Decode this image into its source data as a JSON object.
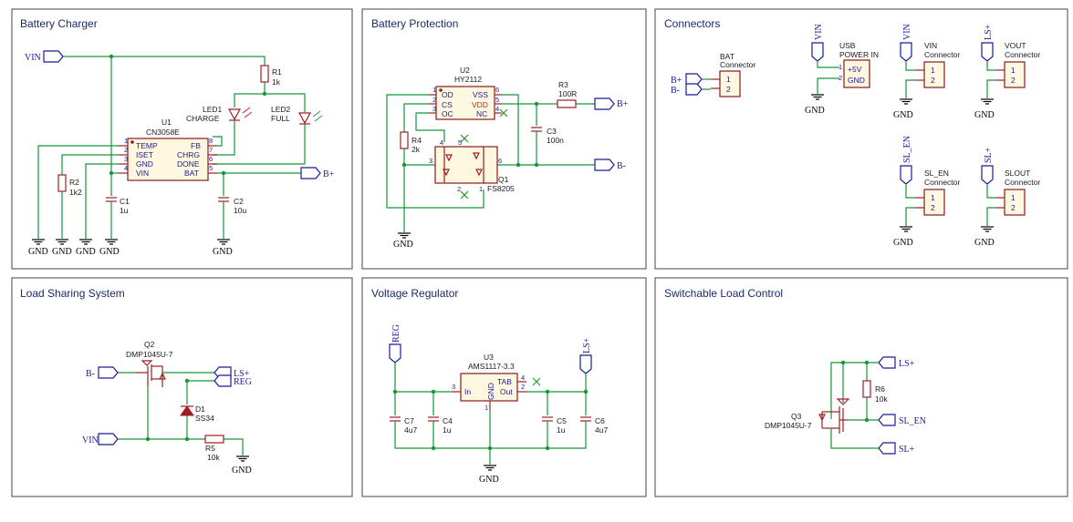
{
  "panels": [
    {
      "title": "Battery Charger"
    },
    {
      "title": "Battery Protection"
    },
    {
      "title": "Connectors"
    },
    {
      "title": "Load Sharing System"
    },
    {
      "title": "Voltage Regulator"
    },
    {
      "title": "Switchable Load Control"
    }
  ],
  "charger": {
    "u1_ref": "U1",
    "u1_part": "CN3058E",
    "pins_left": [
      "TEMP",
      "ISET",
      "GND",
      "VIN"
    ],
    "pins_right": [
      "FB",
      "CHRG",
      "DONE",
      "BAT"
    ],
    "pin_nums_left": [
      "1",
      "2",
      "3",
      "4"
    ],
    "pin_nums_right": [
      "8",
      "7",
      "6",
      "5"
    ],
    "r1_ref": "R1",
    "r1_val": "1k",
    "r2_ref": "R2",
    "r2_val": "1k2",
    "led1_ref": "LED1",
    "led1_val": "CHARGE",
    "led2_ref": "LED2",
    "led2_val": "FULL",
    "c1_ref": "C1",
    "c1_val": "1u",
    "c2_ref": "C2",
    "c2_val": "10u",
    "vin": "VIN",
    "bplus": "B+",
    "gnd": "GND"
  },
  "protection": {
    "u2_ref": "U2",
    "u2_part": "HY2112",
    "pins_left": [
      "OD",
      "CS",
      "OC"
    ],
    "pins_right": [
      "VSS",
      "VDD",
      "NC"
    ],
    "pin_nums_left": [
      "1",
      "2",
      "3"
    ],
    "pin_nums_right": [
      "6",
      "5",
      "4"
    ],
    "r3_ref": "R3",
    "r3_val": "100R",
    "r4_ref": "R4",
    "r4_val": "2k",
    "c3_ref": "C3",
    "c3_val": "100n",
    "q1_ref": "Q1",
    "q1_part": "FS8205",
    "q1_pins": [
      "4",
      "5",
      "3",
      "2",
      "6",
      "1"
    ],
    "bplus": "B+",
    "bminus": "B-",
    "gnd": "GND"
  },
  "connectors": {
    "bat_name": "BAT",
    "bat_sub": "Connector",
    "usb_name": "USB",
    "usb_sub": "POWER IN",
    "usb_pins": [
      "+5V",
      "GND"
    ],
    "vin_name": "VIN",
    "vin_sub": "Connector",
    "vout_name": "VOUT",
    "vout_sub": "Connector",
    "slen_name": "SL_EN",
    "slen_sub": "Connector",
    "slout_name": "SLOUT",
    "slout_sub": "Connector",
    "pin1": "1",
    "pin2": "2",
    "net_vin": "VIN",
    "net_lsplus": "LS+",
    "net_slen": "SL_EN",
    "net_slplus": "SL+",
    "bplus": "B+",
    "bminus": "B-",
    "gnd": "GND"
  },
  "loadsharing": {
    "q2_ref": "Q2",
    "q2_part": "DMP1045U-7",
    "d1_ref": "D1",
    "d1_part": "SS34",
    "r5_ref": "R5",
    "r5_val": "10k",
    "bminus": "B-",
    "lsplus": "LS+",
    "reg": "REG",
    "vin": "VIN",
    "gnd": "GND"
  },
  "regulator": {
    "u3_ref": "U3",
    "u3_part": "AMS1117-3.3",
    "pin_in": "In",
    "pin_gnd": "GND",
    "pin_tab": "TAB",
    "pin_out": "Out",
    "num_in": "3",
    "num_gnd": "1",
    "num_tab": "4",
    "num_out": "2",
    "c7_ref": "C7",
    "c7_val": "4u7",
    "c4_ref": "C4",
    "c4_val": "1u",
    "c5_ref": "C5",
    "c5_val": "1u",
    "c6_ref": "C6",
    "c6_val": "4u7",
    "reg": "REG",
    "lsplus": "LS+",
    "gnd": "GND"
  },
  "switchable": {
    "q3_ref": "Q3",
    "q3_part": "DMP1045U-7",
    "r6_ref": "R6",
    "r6_val": "10k",
    "lsplus": "LS+",
    "slen": "SL_EN",
    "slplus": "SL+"
  },
  "colors": {
    "wire": "#16963b",
    "part": "#a01d22",
    "net": "#1a1a99",
    "title": "#1a2a6a"
  }
}
